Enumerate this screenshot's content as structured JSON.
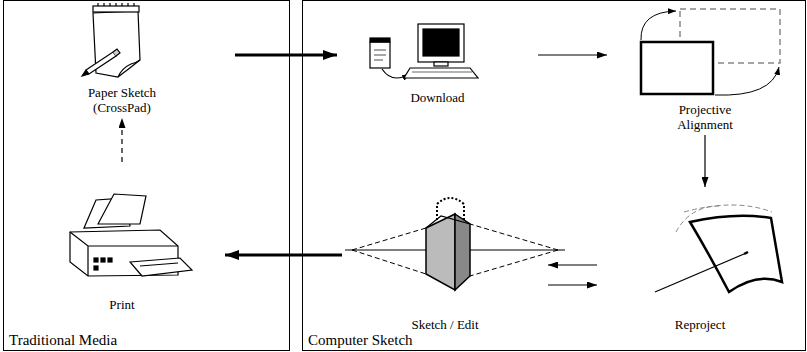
{
  "diagram": {
    "nodes": [
      {
        "text": [
          "Traditional Media"
        ]
      },
      {
        "text": [
          "Paper Sketch (CrossPad)"
        ],
        "in": 0
      },
      {
        "text": [
          "Print"
        ],
        "in": 0
      },
      {
        "text": [
          "Computer Sketch"
        ]
      },
      {
        "text": [
          "Download"
        ],
        "in": 3
      },
      {
        "text": [
          "Projective Alignment"
        ],
        "in": 3
      },
      {
        "text": [
          "Reproject"
        ],
        "in": 3
      },
      {
        "text": [
          "Sketch / Edit"
        ],
        "in": 3
      }
    ],
    "edges": [
      {
        "from": 1,
        "to": 4,
        "arrow": "to"
      },
      {
        "from": 4,
        "to": 5,
        "arrow": "to"
      },
      {
        "from": 5,
        "to": 6,
        "arrow": "to"
      },
      {
        "from": 6,
        "to": 7,
        "arrow": "to"
      },
      {
        "from": 7,
        "to": 6,
        "arrow": "to"
      },
      {
        "from": 7,
        "to": 2,
        "arrow": "to"
      },
      {
        "from": 2,
        "to": 1,
        "arrow": "to"
      }
    ]
  }
}
